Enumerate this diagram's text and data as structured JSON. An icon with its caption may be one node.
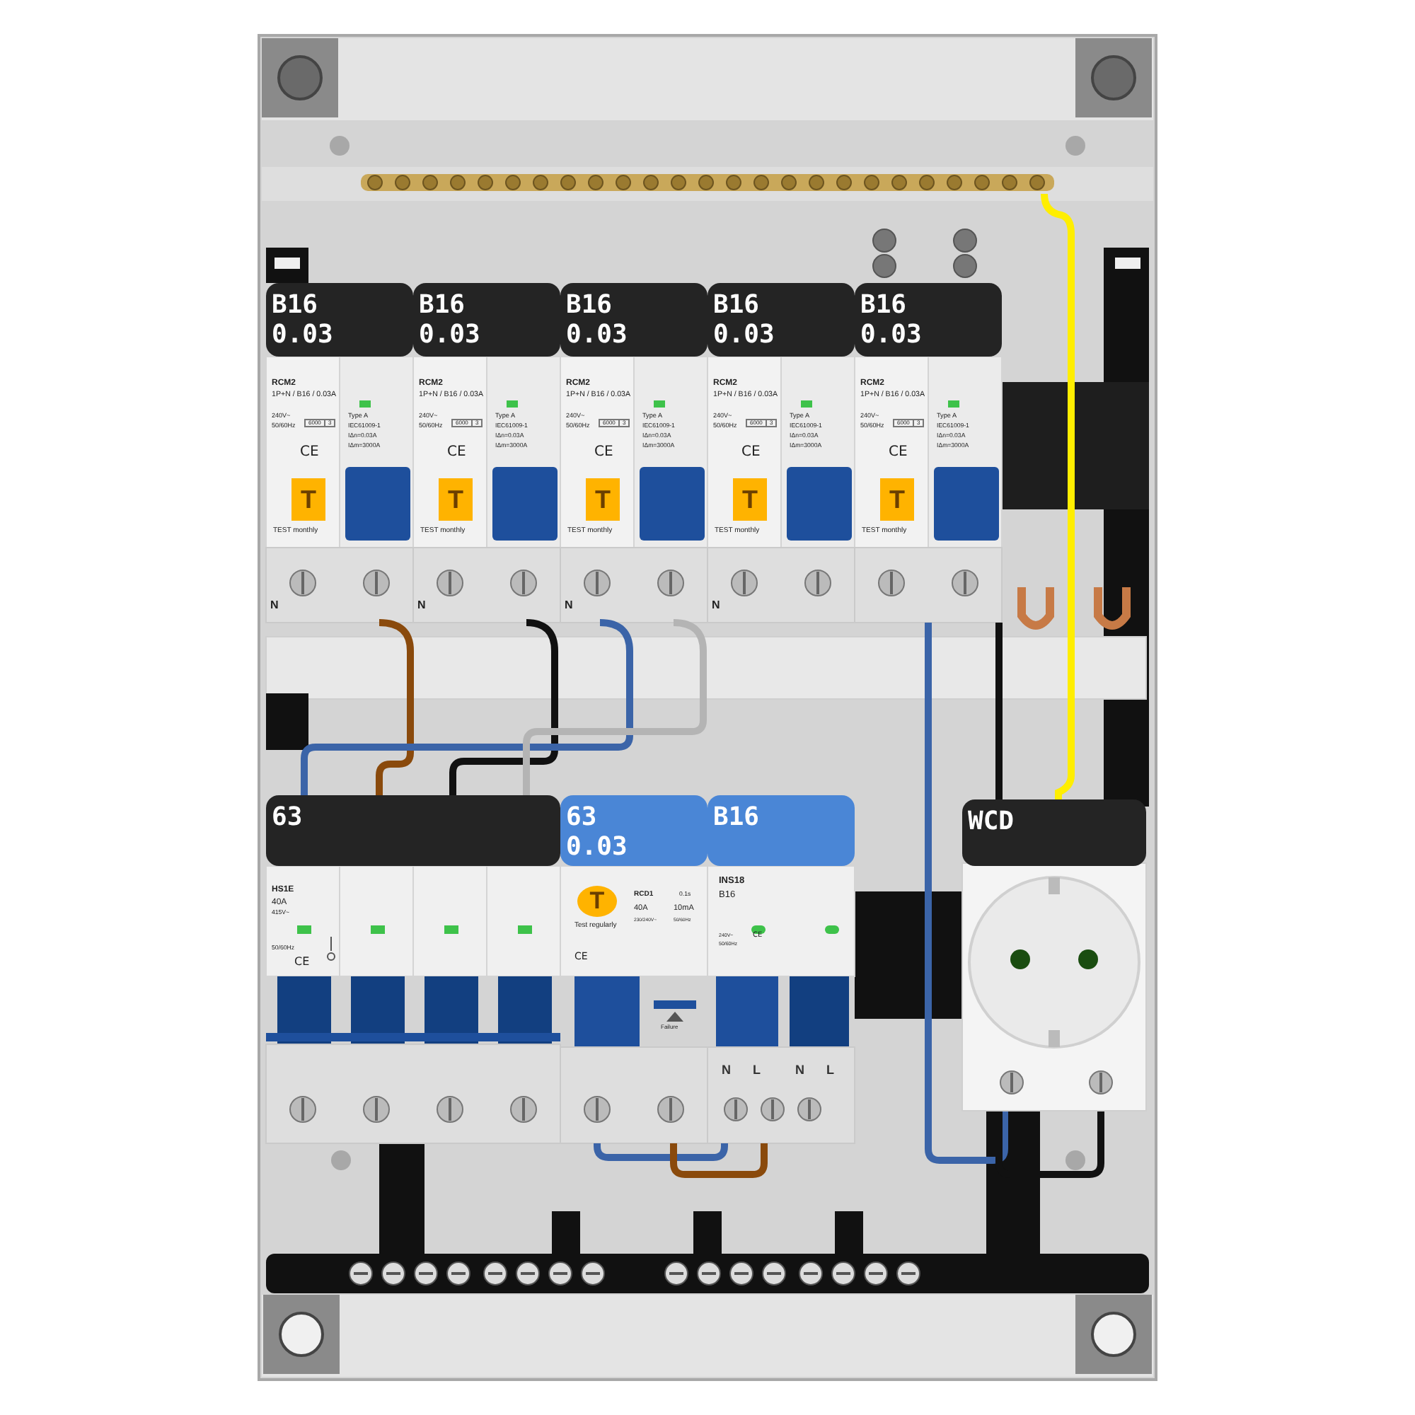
{
  "diagram": {
    "nodes": [
      {
        "text": [
          "B16",
          "0.03",
          "RCM2",
          "1P+N / B16 / 0.03A",
          "240V~",
          "50/60Hz",
          "6000",
          "3",
          "CE",
          "T",
          "TEST monthly",
          "Type A",
          "IEC61009-1",
          "IΔn=0.03A",
          "IΔm=3000A",
          "N"
        ]
      },
      {
        "text": [
          "B16",
          "0.03",
          "RCM2",
          "1P+N / B16 / 0.03A",
          "240V~",
          "50/60Hz",
          "6000",
          "3",
          "CE",
          "T",
          "TEST monthly",
          "Type A",
          "IEC61009-1",
          "IΔn=0.03A",
          "IΔm=3000A",
          "N"
        ]
      },
      {
        "text": [
          "B16",
          "0.03",
          "RCM2",
          "1P+N / B16 / 0.03A",
          "240V~",
          "50/60Hz",
          "6000",
          "3",
          "CE",
          "T",
          "TEST monthly",
          "Type A",
          "IEC61009-1",
          "IΔn=0.03A",
          "IΔm=3000A",
          "N"
        ]
      },
      {
        "text": [
          "B16",
          "0.03",
          "RCM2",
          "1P+N / B16 / 0.03A",
          "240V~",
          "50/60Hz",
          "6000",
          "3",
          "CE",
          "T",
          "TEST monthly",
          "Type A",
          "IEC61009-1",
          "IΔn=0.03A",
          "IΔm=3000A",
          "N"
        ]
      },
      {
        "text": [
          "B16",
          "0.03",
          "RCM2",
          "1P+N / B16 / 0.03A",
          "240V~",
          "50/60Hz",
          "6000",
          "3",
          "CE",
          "T",
          "TEST monthly",
          "Type A",
          "IEC61009-1",
          "IΔn=0.03A",
          "IΔm=3000A"
        ]
      },
      {
        "text": [
          "63",
          "HS1E",
          "40A",
          "415V~",
          "50/60Hz",
          "CE"
        ]
      },
      {
        "text": [
          "63",
          "0.03",
          "T",
          "RCD1",
          "40A",
          "0.1s",
          "10mA",
          "230/240V~",
          "50/60Hz",
          "Test regularly",
          "CE",
          "Failure"
        ]
      },
      {
        "text": [
          "B16",
          "INS18",
          "B16",
          "240V~",
          "50/60Hz",
          "CE",
          "N",
          "L",
          "N",
          "L"
        ]
      },
      {
        "text": [
          "WCD"
        ]
      },
      {
        "text": [],
        "shape": "bar"
      }
    ],
    "edges": [
      {
        "from": 0,
        "to": 5,
        "arrow": "none",
        "color": "#8a4a0c"
      },
      {
        "from": 1,
        "to": 5,
        "arrow": "none",
        "color": "#111111"
      },
      {
        "from": 2,
        "to": 5,
        "arrow": "none",
        "color": "#3b64a8"
      },
      {
        "from": 2,
        "to": 5,
        "arrow": "none",
        "color": "#b4b4b4"
      },
      {
        "from": 4,
        "to": 8,
        "arrow": "none",
        "color": "#3b64a8"
      },
      {
        "from": 4,
        "to": 8,
        "arrow": "none",
        "color": "#111111"
      },
      {
        "from": 9,
        "to": 8,
        "arrow": "none",
        "color": "#ffee00"
      },
      {
        "from": 6,
        "to": 7,
        "arrow": "none",
        "color": "#3b64a8"
      },
      {
        "from": 6,
        "to": 7,
        "arrow": "none",
        "color": "#8a4a0c"
      }
    ]
  }
}
